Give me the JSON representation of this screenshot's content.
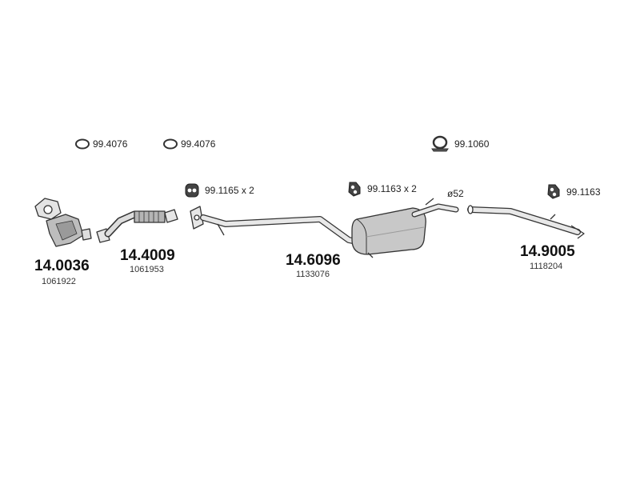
{
  "accessories": {
    "ring_a": "99.4076",
    "ring_b": "99.4076",
    "clamp": "99.1060",
    "hanger_front": "99.1165 x 2",
    "hanger_mid": "99.1163 x 2",
    "hanger_rear": "99.1163",
    "diameter": "ø52"
  },
  "parts": [
    {
      "code": "14.0036",
      "ref": "1061922"
    },
    {
      "code": "14.4009",
      "ref": "1061953"
    },
    {
      "code": "14.6096",
      "ref": "1133076"
    },
    {
      "code": "14.9005",
      "ref": "1118204"
    }
  ],
  "colors": {
    "line": "#333333",
    "fill": "#c8c8c8",
    "shade": "#9a9a9a"
  }
}
